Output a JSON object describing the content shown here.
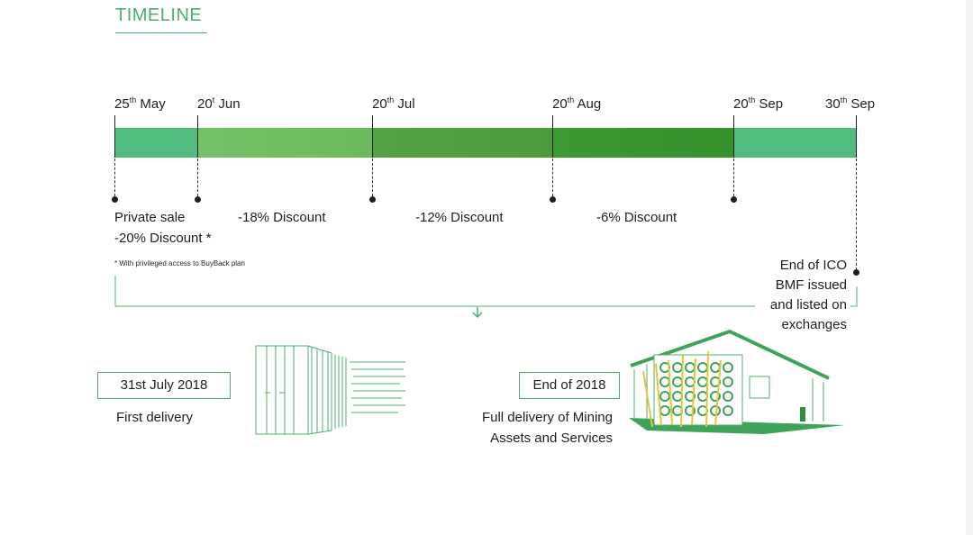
{
  "title": "TIMELINE",
  "dates": [
    {
      "main": "25",
      "sup": "th",
      "month": " May"
    },
    {
      "main": "20",
      "sup": "t",
      "month": " Jun"
    },
    {
      "main": "20",
      "sup": "th",
      "month": " Jul"
    },
    {
      "main": "20",
      "sup": "th",
      "month": " Aug"
    },
    {
      "main": "20",
      "sup": "th",
      "month": " Sep"
    },
    {
      "main": "30",
      "sup": "th",
      "month": " Sep"
    }
  ],
  "phases": {
    "private_sale": "Private sale",
    "private_discount": "-20% Discount *",
    "phase1": "-18% Discount",
    "phase2": "-12% Discount",
    "phase3": "-6% Discount"
  },
  "footnote": "* With privileged access to BuyBack plan",
  "ico_end": [
    "End of ICO",
    "BMF issued",
    "and listed on",
    "exchanges"
  ],
  "milestones": {
    "first_date": "31st July 2018",
    "first_text": "First delivery",
    "second_date": "End of 2018",
    "second_text_1": "Full delivery of Mining",
    "second_text_2": "Assets and Services"
  },
  "colors": {
    "accent": "#4caf6e",
    "seg1": "#52bb7f",
    "seg2": "#6dbb5e",
    "seg3": "#4f9e3c",
    "seg4": "#3a9630",
    "seg5": "#52bb7f"
  }
}
